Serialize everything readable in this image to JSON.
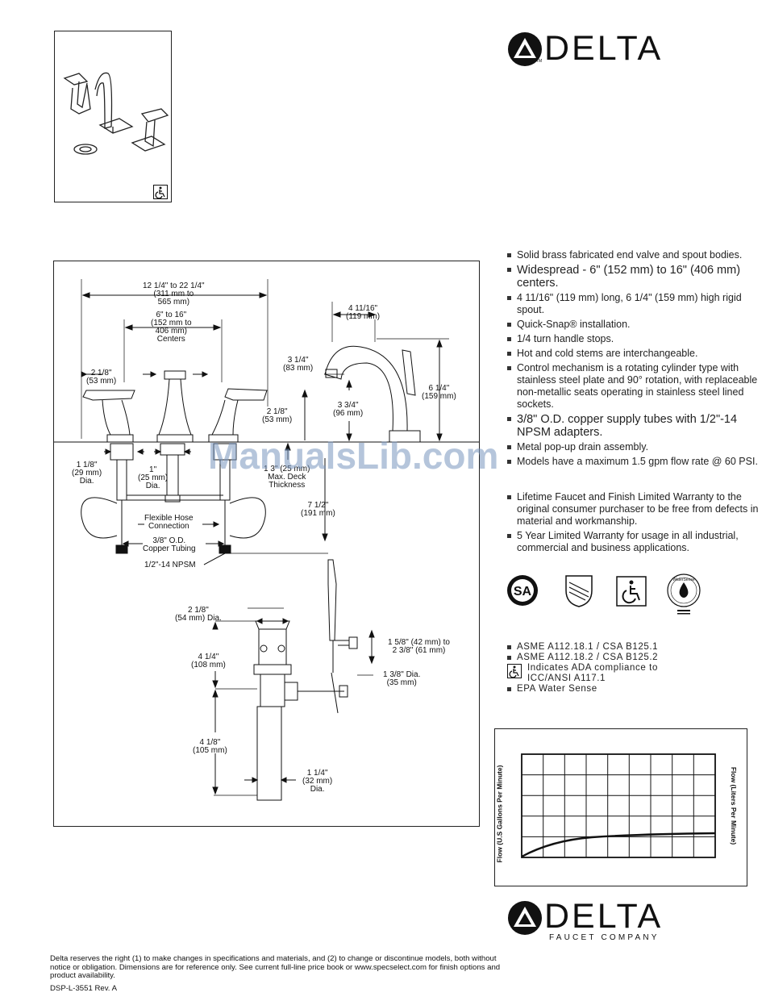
{
  "brand": {
    "name": "DELTA",
    "tagline": "FAUCET COMPANY",
    "tm": "TM"
  },
  "diagram": {
    "dims": {
      "overall": [
        "12 1/4\" to 22 1/4\"",
        "(311 mm to",
        "565 mm)"
      ],
      "centers": [
        "6\" to 16\"",
        "(152 mm to",
        "406 mm)",
        "Centers"
      ],
      "handle_left": [
        "2 1/8\"",
        "(53 mm)"
      ],
      "handle_right": [
        "2 1/8\"",
        "(53 mm)"
      ],
      "spout_height": [
        "3 1/4\"",
        "(83 mm)"
      ],
      "spout_reach": [
        "4 11/16\"",
        "(119 mm)"
      ],
      "spout_clear": [
        "3 3/4\"",
        "(96 mm)"
      ],
      "spout_total": [
        "6 1/4\"",
        "(159 mm)"
      ],
      "shank_left": [
        "1 1/8\"",
        "(29 mm)",
        "Dia."
      ],
      "shank_center": [
        "1\"",
        "(25 mm)",
        "Dia."
      ],
      "deck": [
        "1 3\" (25 mm)",
        "Max. Deck",
        "Thickness"
      ],
      "below_deck": [
        "7 1/2\"",
        "(191 mm)"
      ],
      "hose": [
        "Flexible Hose",
        "Connection"
      ],
      "tubing": [
        "3/8\" O.D.",
        "Copper Tubing"
      ],
      "npsm": "1/2\"-14 NPSM",
      "drain_dia": [
        "2 1/8\"",
        "(54 mm) Dia."
      ],
      "drain_top": [
        "4 1/4\"",
        "(108 mm)"
      ],
      "drain_bottom": [
        "4 1/8\"",
        "(105 mm)"
      ],
      "drain_pipe": [
        "1 1/4\"",
        "(32 mm)",
        "Dia."
      ],
      "lift_rod": [
        "1 5/8\" (42 mm) to",
        "2 3/8\" (61 mm)"
      ],
      "pivot": [
        "1 3/8\" Dia.",
        "(35 mm)"
      ]
    }
  },
  "features": [
    {
      "text": "Solid brass fabricated end valve and spout bodies.",
      "big": false
    },
    {
      "text": "Widespread - 6\" (152 mm) to 16\" (406 mm) centers.",
      "big": false
    },
    {
      "text": "4 11/16\" (119 mm) long, 6 1/4\" (159 mm) high rigid spout.",
      "big": false
    },
    {
      "text": "Quick-Snap® installation.",
      "big": false
    },
    {
      "text": "1/4 turn handle stops.",
      "big": false
    },
    {
      "text": "Hot and cold stems are interchangeable.",
      "big": false
    },
    {
      "text": "Control mechanism is a rotating cylinder type with stainless steel plate and 90° rotation, with replaceable non-metallic seats operating in stainless steel lined sockets.",
      "big": false
    },
    {
      "text": "3/8\" O.D. copper supply tubes with 1/2\"-14 NPSM adapters.",
      "big": true
    },
    {
      "text": "Metal pop-up drain assembly.",
      "big": false
    },
    {
      "text": "Models have a maximum 1.5 gpm flow rate @ 60 PSI.",
      "big": false
    }
  ],
  "warranty": [
    "Lifetime Faucet and Finish Limited Warranty to the original consumer purchaser to be free from defects in material and workmanship.",
    "5 Year Limited Warranty for usage in all industrial, commercial and business applications."
  ],
  "certs": {
    "line1": "ASME A112.18.1 / CSA B125.1",
    "line2": "ASME A112.18.2 / CSA B125.2",
    "ada": "Indicates ADA compliance to",
    "ada2": "ICC/ANSI A117.1",
    "epa": "EPA Water Sense",
    "watersense_text": "WaterSense"
  },
  "graph": {
    "left_label": "Flow (U.S Gallons Per Minute)",
    "right_label": "Flow (Liters Per Minute)"
  },
  "footer": {
    "disclaimer": "Delta reserves the right (1) to make changes in specifications and materials, and (2) to change or discontinue models, both without notice or obligation. Dimensions are for reference only.  See current full-line price book or www.specselect.com for finish options and product availability.",
    "doc_id": "DSP-L-3551 Rev. A"
  },
  "watermark": "ManualsLib.com",
  "colors": {
    "ink": "#111111",
    "watermark": "#7896be"
  }
}
